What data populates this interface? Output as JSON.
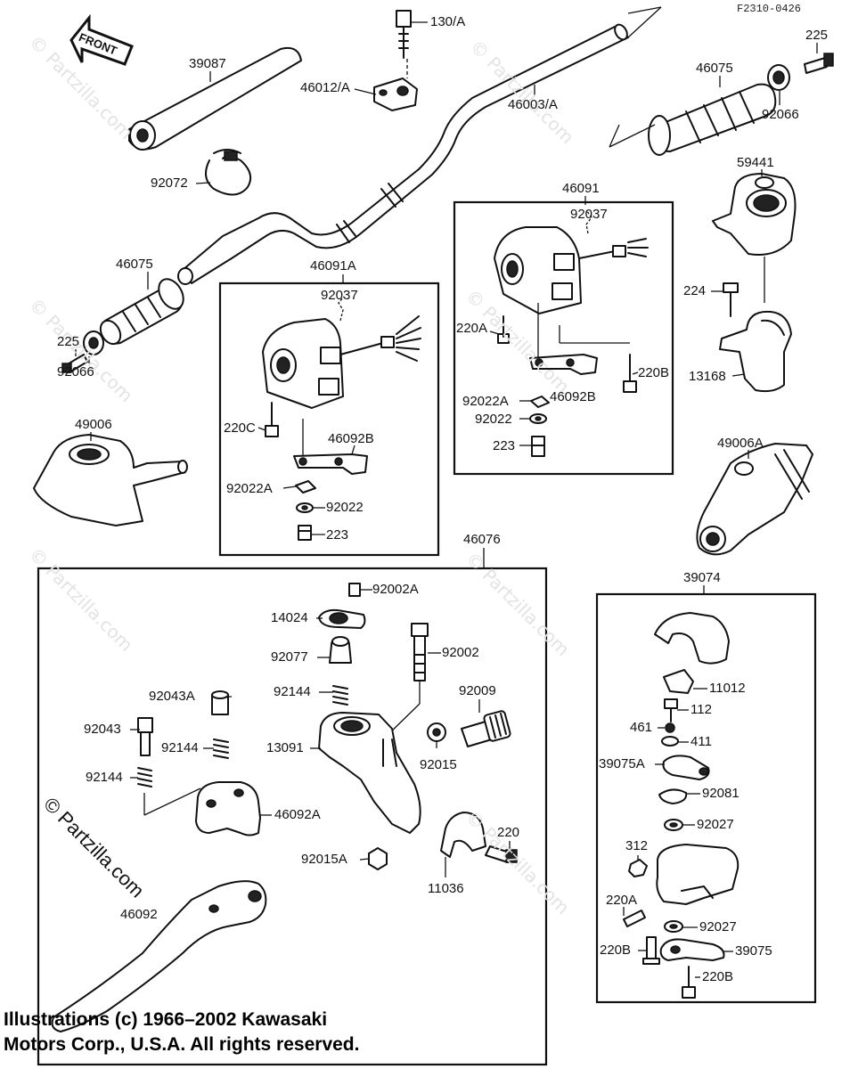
{
  "diagram_code": "F2310-0426",
  "front_arrow_text": "FRONT",
  "watermark": "© Partzilla.com",
  "watermark_short": "© Partzilla.com",
  "copyright_line1": "Illustrations (c) 1966–2002 Kawasaki",
  "copyright_line2": "Motors Corp., U.S.A.  All rights reserved.",
  "labels": {
    "p130A": "130/A",
    "p39087": "39087",
    "p46012A": "46012/A",
    "p46003A": "46003/A",
    "p225_top": "225",
    "p46075_top": "46075",
    "p92066_top": "92066",
    "p92072": "92072",
    "p59441": "59441",
    "p46091": "46091",
    "p92037_right": "92037",
    "p46091A": "46091A",
    "p92037_left": "92037",
    "p46075_left": "46075",
    "p225_left": "225",
    "p92066_left": "92066",
    "p224": "224",
    "p220A_right": "220A",
    "p220B_right": "220B",
    "p13168": "13168",
    "p92022A_right": "92022A",
    "p46092B_right": "46092B",
    "p92022_right": "92022",
    "p223_right": "223",
    "p49006": "49006",
    "p220C": "220C",
    "p46092B_left": "46092B",
    "p49006A": "49006A",
    "p92022A_left": "92022A",
    "p92022_left": "92022",
    "p223_left": "223",
    "p46076": "46076",
    "p39074": "39074",
    "p92002A": "92002A",
    "p14024": "14024",
    "p92077": "92077",
    "p92002": "92002",
    "p92144_a": "92144",
    "p92043A": "92043A",
    "p92009": "92009",
    "p92043": "92043",
    "p92144_b": "92144",
    "p13091": "13091",
    "p92015": "92015",
    "p92144_c": "92144",
    "p46092A": "46092A",
    "p220_lower": "220",
    "p92015A": "92015A",
    "p11036": "11036",
    "p46092": "46092",
    "p11012": "11012",
    "p112": "112",
    "p461": "461",
    "p411": "411",
    "p39075A": "39075A",
    "p92081": "92081",
    "p92027_a": "92027",
    "p312": "312",
    "p220A_lower": "220A",
    "p92027_b": "92027",
    "p220B_lower_a": "220B",
    "p39075": "39075",
    "p220B_lower_b": "220B"
  }
}
